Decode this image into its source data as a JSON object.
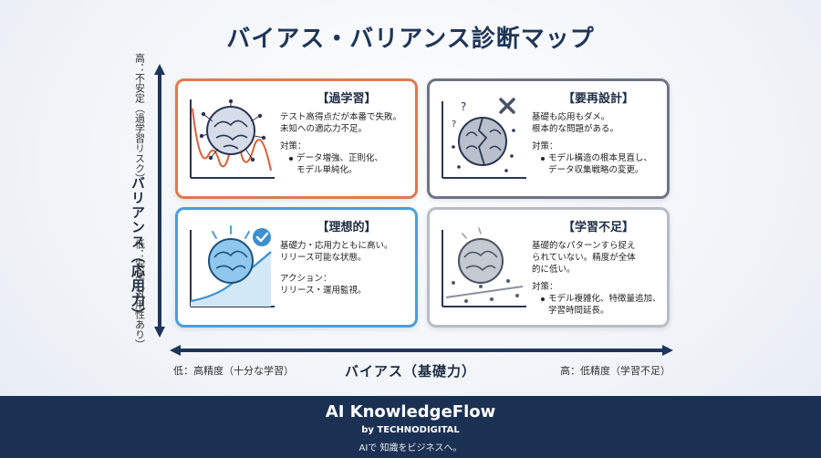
{
  "title": "バイアス・バリアンス診断マップ",
  "yaxis": {
    "label": "バリアンス（応用力）",
    "top_label": "高：不安定（過学習リスク）",
    "bottom_label": "低：安定（汎用性あり）"
  },
  "xaxis": {
    "label": "バイアス（基礎力）",
    "left_label": "低：高精度（十分な学習）",
    "right_label": "高：低精度（学習不足）"
  },
  "quadrants": {
    "overfit": {
      "title": "【過学習】",
      "desc": [
        "テスト高得点だが本番で失敗。",
        "未知への適応力不足。"
      ],
      "label": "対策：",
      "bullets": [
        "データ増強、正則化、",
        "モデル単純化。"
      ]
    },
    "redesign": {
      "title": "【要再設計】",
      "desc": [
        "基礎も応用もダメ。",
        "根本的な問題がある。"
      ],
      "label": "対策：",
      "bullets": [
        "モデル構造の根本見直し、",
        "データ収集戦略の変更。"
      ]
    },
    "ideal": {
      "title": "【理想的】",
      "desc": [
        "基礎力・応用力ともに高い。",
        "リリース可能な状態。"
      ],
      "label": "アクション：",
      "action": "リリース・運用監視。"
    },
    "underfit": {
      "title": "【学習不足】",
      "desc": [
        "基礎的なパターンすら捉え",
        "られていない。精度が全体",
        "的に低い。"
      ],
      "label": "対策：",
      "bullets": [
        "モデル複雑化、特徴量追加、",
        "学習時間延長。"
      ]
    }
  },
  "footer": {
    "brand": "AI KnowledgeFlow",
    "byline": "by TECHNODIGITAL",
    "tagline": "AIで 知識をビジネスへ。"
  },
  "colors": {
    "overfit_border": "#e07a4f",
    "redesign_border": "#6f7482",
    "ideal_border": "#4a9fd8",
    "underfit_border": "#b8bcc4",
    "footer_bg": "#1b3153",
    "axis": "#1f3559"
  }
}
